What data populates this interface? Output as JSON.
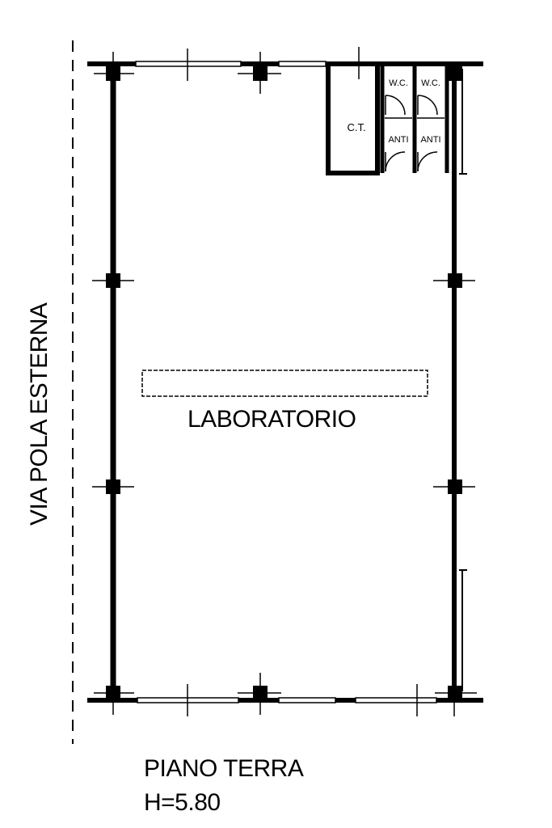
{
  "plan": {
    "main_room": "LABORATORIO",
    "boiler_room": "C.T.",
    "toilets": [
      "W.C.",
      "W.C."
    ],
    "antechambers": [
      "ANTI",
      "ANTI"
    ],
    "street_name": "VIA POLA ESTERNA",
    "floor_name": "PIANO TERRA",
    "height": "H=5.80"
  },
  "colors": {
    "line": "#000000",
    "background": "#ffffff"
  }
}
